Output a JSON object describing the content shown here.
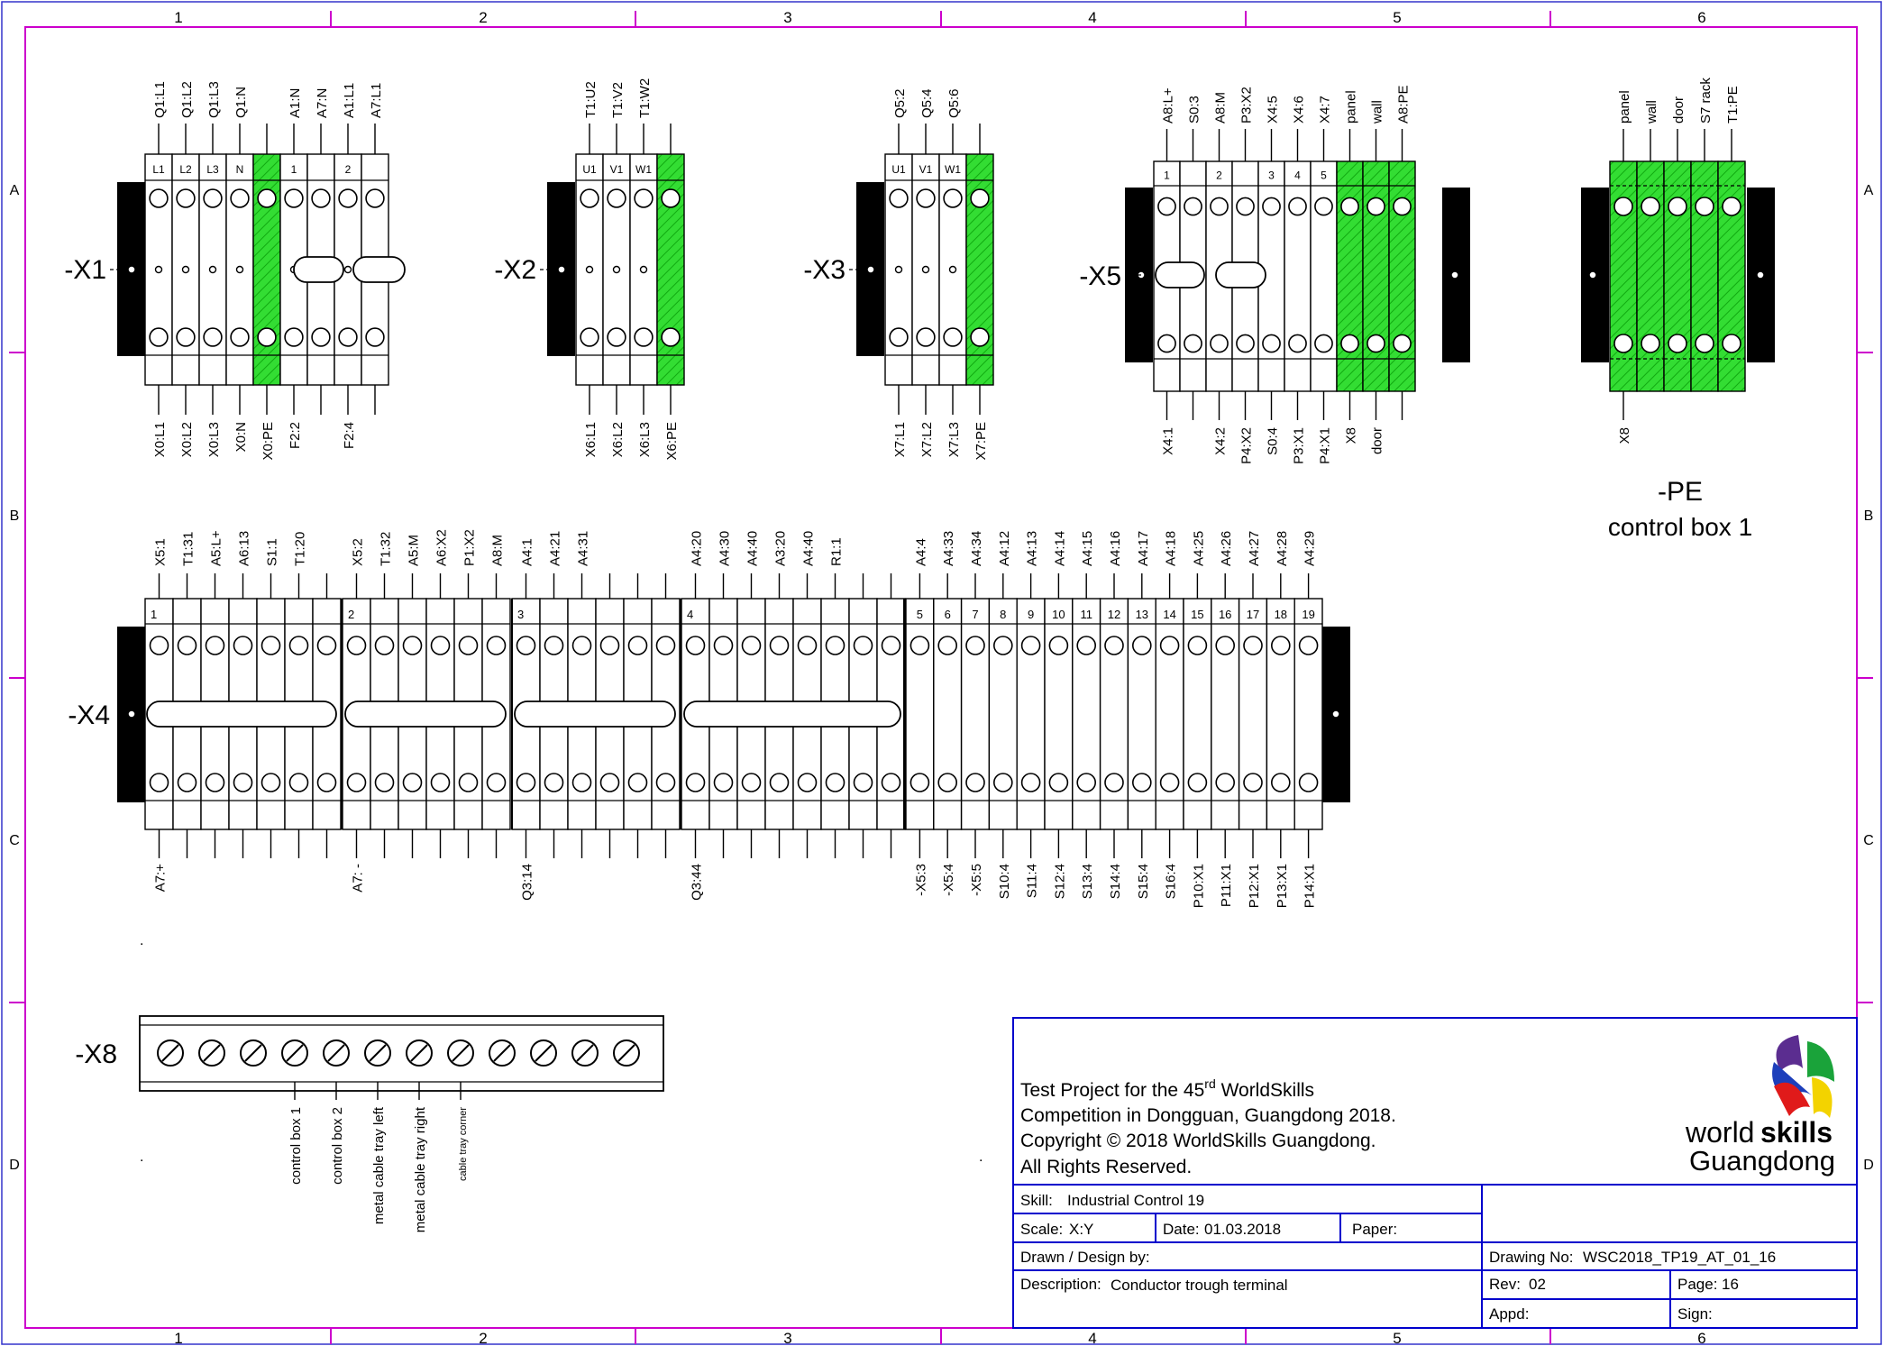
{
  "frame": {
    "columns": [
      "1",
      "2",
      "3",
      "4",
      "5",
      "6"
    ],
    "rows": [
      "A",
      "B",
      "C",
      "D"
    ],
    "border_color": "#cc00cc",
    "titleblock_color": "#0000cc"
  },
  "strips": {
    "x1": {
      "name": "-X1",
      "top_labels": [
        "Q1:L1",
        "Q1:L2",
        "Q1:L3",
        "Q1:N",
        "",
        "A1:N",
        "A7:N",
        "A1:L1",
        "A7:L1"
      ],
      "cell_labels": [
        "L1",
        "L2",
        "L3",
        "N",
        "",
        "1",
        "",
        "2",
        ""
      ],
      "bottom_labels": [
        "X0:L1",
        "X0:L2",
        "X0:L3",
        "X0:N",
        "X0:PE",
        "F2:2",
        "",
        "F2:4",
        ""
      ]
    },
    "x2": {
      "name": "-X2",
      "top_labels": [
        "T1:U2",
        "T1:V2",
        "T1:W2",
        ""
      ],
      "cell_labels": [
        "U1",
        "V1",
        "W1",
        ""
      ],
      "bottom_labels": [
        "X6:L1",
        "X6:L2",
        "X6:L3",
        "X6:PE"
      ]
    },
    "x3": {
      "name": "-X3",
      "top_labels": [
        "Q5:2",
        "Q5:4",
        "Q5:6",
        ""
      ],
      "cell_labels": [
        "U1",
        "V1",
        "W1",
        ""
      ],
      "bottom_labels": [
        "X7:L1",
        "X7:L2",
        "X7:L3",
        "X7:PE"
      ]
    },
    "x5": {
      "name": "-X5",
      "top_labels": [
        "A8:L+",
        "S0:3",
        "A8:M",
        "P3:X2",
        "X4:5",
        "X4:6",
        "X4:7",
        "panel",
        "wall",
        "A8:PE"
      ],
      "cell_labels": [
        "1",
        "",
        "2",
        "",
        "3",
        "4",
        "5",
        "",
        "",
        ""
      ],
      "bottom_labels": [
        "X4:1",
        "",
        "X4:2",
        "P4:X2",
        "S0:4",
        "P3:X1",
        "P4:X1",
        "X8",
        "door",
        ""
      ]
    },
    "pe": {
      "name": "-PE",
      "subtitle": "control box 1",
      "top_labels": [
        "panel",
        "wall",
        "door",
        "S7 rack",
        "T1:PE"
      ],
      "bottom_labels": [
        "X8",
        "",
        "",
        "",
        ""
      ]
    },
    "x4": {
      "name": "-X4",
      "top_labels": [
        "X5:1",
        "T1:31",
        "A5:L+",
        "A6:13",
        "S1:1",
        "T1:20",
        "",
        "X5:2",
        "T1:32",
        "A5:M",
        "A6:X2",
        "P1:X2",
        "A8:M",
        "A4:1",
        "A4:21",
        "A4:31",
        "",
        "",
        "",
        "A4:20",
        "A4:30",
        "A4:40",
        "A3:20",
        "A4:40",
        "R1:1",
        "",
        "",
        "A4:4",
        "A4:33",
        "A4:34",
        "A4:12",
        "A4:13",
        "A4:14",
        "A4:15",
        "A4:16",
        "A4:17",
        "A4:18",
        "A4:25",
        "A4:26",
        "A4:27",
        "A4:28",
        "A4:29"
      ],
      "cell_labels": [
        "1",
        "",
        "",
        "",
        "",
        "",
        "",
        "2",
        "",
        "",
        "",
        "",
        "",
        "3",
        "",
        "",
        "",
        "",
        "",
        "4",
        "",
        "",
        "",
        "",
        "",
        "",
        "",
        "5",
        "6",
        "7",
        "8",
        "9",
        "10",
        "11",
        "12",
        "13",
        "14",
        "15",
        "16",
        "17",
        "18",
        "19"
      ],
      "bottom_labels": [
        "A7:+",
        "",
        "",
        "",
        "",
        "",
        "",
        "A7: -",
        "",
        "",
        "",
        "",
        "",
        "Q3:14",
        "",
        "",
        "",
        "",
        "",
        "Q3:44",
        "",
        "",
        "",
        "",
        "",
        "",
        "",
        "-X5:3",
        "-X5:4",
        "-X5:5",
        "S10:4",
        "S11:4",
        "S12:4",
        "S13:4",
        "S14:4",
        "S15:4",
        "S16:4",
        "P10:X1",
        "P11:X1",
        "P12:X1",
        "P13:X1",
        "P14:X1"
      ]
    },
    "x8": {
      "name": "-X8",
      "screw_count": 12,
      "bottom_labels": [
        "",
        "",
        "",
        "control box 1",
        "control box 2",
        "metal cable tray left",
        "metal cable tray right",
        "cable tray corner",
        "",
        "",
        "",
        ""
      ]
    }
  },
  "dots": [
    ".",
    ".",
    "."
  ],
  "titleblock": {
    "project_line1": "Test Project for the 45",
    "project_sup": "rd",
    "project_line1_end": " WorldSkills",
    "project_line2": "Competition in  Dongguan, Guangdong  2018.",
    "project_line3": "Copyright © 2018 WorldSkills Guangdong.",
    "project_line4": "All Rights Reserved.",
    "logo_word1": "world",
    "logo_word2": "skills",
    "logo_city": "Guangdong",
    "skill_label": "Skill:",
    "skill_value": "Industrial Control 19",
    "scale_label": "Scale:",
    "scale_value": "X:Y",
    "date_label": "Date:",
    "date_value": "01.03.2018",
    "paper_label": "Paper:",
    "drawn_label": "Drawn / Design by:",
    "drawing_no_label": "Drawing No:",
    "drawing_no_value": "WSC2018_TP19_AT_01_16",
    "description_label": "Description:",
    "description_value": "Conductor trough terminal",
    "rev_label": "Rev:",
    "rev_value": "02",
    "page_label": "Page:",
    "page_value": "16",
    "appd_label": "Appd:",
    "sign_label": "Sign:"
  }
}
